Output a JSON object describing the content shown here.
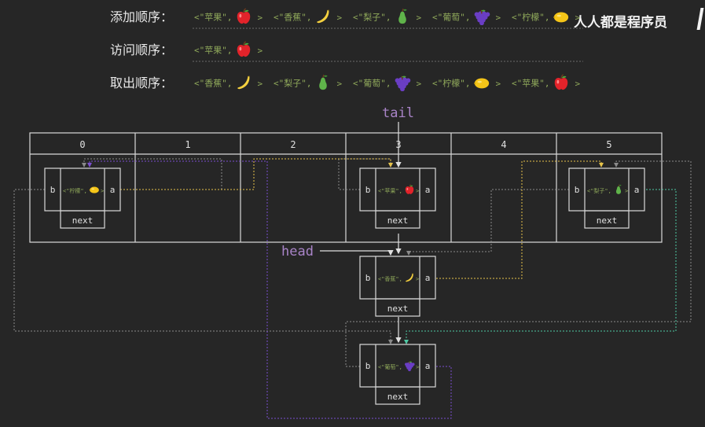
{
  "watermark": "人人都是程序员",
  "rows": {
    "add": {
      "label": "添加顺序：",
      "items": [
        "<\"苹果\",",
        "<\"香蕉\",",
        "<\"梨子\",",
        "<\"葡萄\",",
        "<\"柠檬\","
      ]
    },
    "access": {
      "label": "访问顺序：",
      "items": [
        "<\"苹果\","
      ]
    },
    "remove": {
      "label": "取出顺序：",
      "items": [
        "<\"香蕉\",",
        "<\"梨子\",",
        "<\"葡萄\",",
        "<\"柠檬\",",
        "<\"苹果\","
      ]
    },
    "close": ">"
  },
  "buckets": [
    "0",
    "1",
    "2",
    "3",
    "4",
    "5"
  ],
  "pointers": {
    "tail": "tail",
    "head": "head"
  },
  "node": {
    "before": "b",
    "after": "a",
    "next": "next"
  },
  "nodes": [
    {
      "id": "lemon",
      "key": "<\"柠檬\",",
      "icon": "lemon-icon"
    },
    {
      "id": "apple",
      "key": "<\"苹果\",",
      "icon": "apple-icon"
    },
    {
      "id": "pear",
      "key": "<\"梨子\",",
      "icon": "pear-icon"
    },
    {
      "id": "banana",
      "key": "<\"香蕉\",",
      "icon": "banana-icon"
    },
    {
      "id": "grape",
      "key": "<\"葡萄\",",
      "icon": "grape-icon"
    }
  ],
  "colors": {
    "background": "#262626",
    "box": "#d9d9d9",
    "text": "#e0e0e0",
    "seq_text": "#8fa85a",
    "pointer": "#a984c8",
    "link_gray": "#8a8a8a",
    "link_yellow": "#e6c34a",
    "link_teal": "#4fc9a4",
    "link_purple": "#7b4fd0"
  }
}
